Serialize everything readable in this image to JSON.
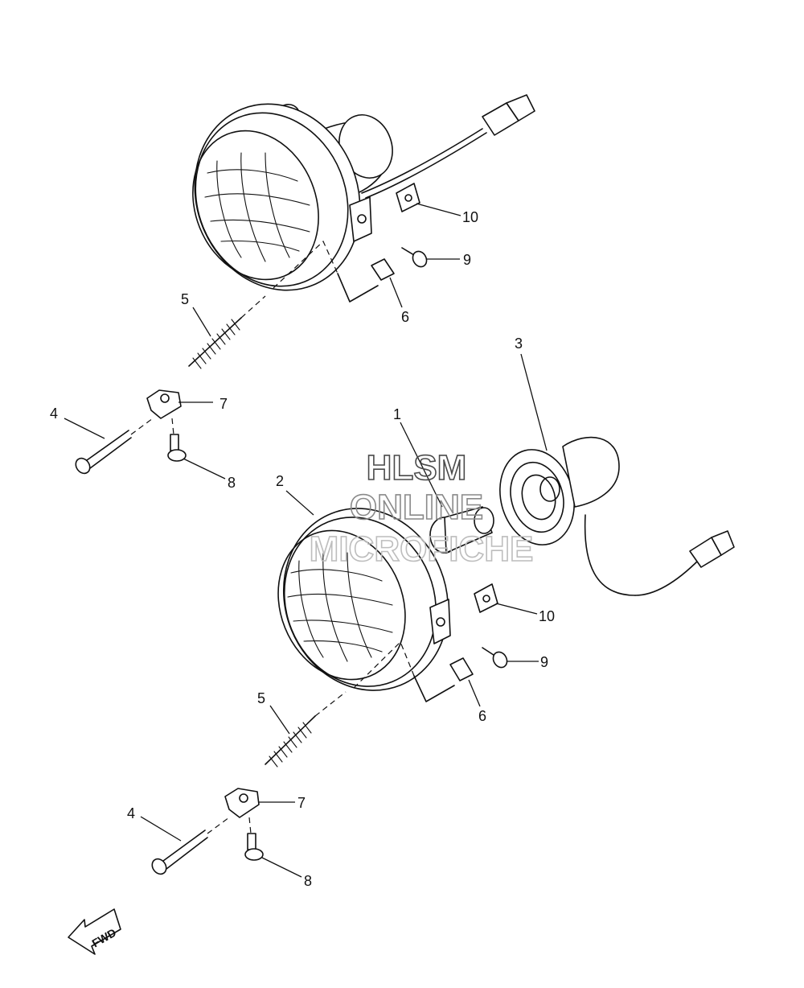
{
  "watermark": {
    "line1": "HLSM",
    "line2": "ONLINE",
    "line3": "MICROFICHE"
  },
  "direction_arrow": {
    "label": "FWD"
  },
  "callouts": {
    "top": {
      "c10": "10",
      "c9": "9",
      "c6": "6",
      "c5": "5",
      "c7": "7",
      "c4": "4",
      "c8": "8"
    },
    "bottom": {
      "c1": "1",
      "c2": "2",
      "c3": "3",
      "c10": "10",
      "c9": "9",
      "c6": "6",
      "c5": "5",
      "c7": "7",
      "c4": "4",
      "c8": "8"
    }
  },
  "colors": {
    "line": "#111111",
    "watermark_dark": "#4a4a4a",
    "watermark_mid": "#8a8a8a",
    "watermark_light": "#bdbdbd"
  }
}
